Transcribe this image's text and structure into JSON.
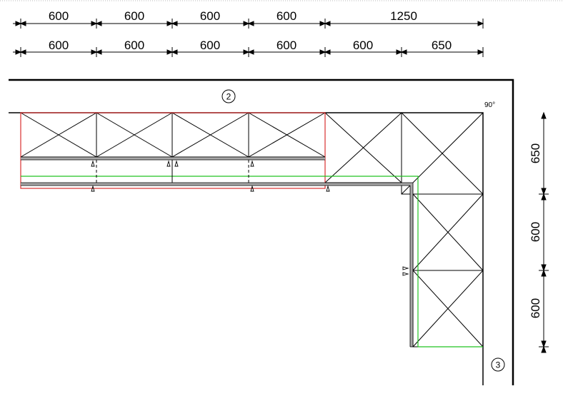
{
  "dimensions": {
    "top_row": [
      "600",
      "600",
      "600",
      "600",
      "1250"
    ],
    "second_row": [
      "600",
      "600",
      "600",
      "600",
      "600",
      "650"
    ],
    "right_column": [
      "650",
      "600",
      "600"
    ]
  },
  "labels": {
    "wall_2": "2",
    "wall_3": "3",
    "corner_angle": "90°"
  },
  "colors": {
    "line": "#000000",
    "red_outline": "#d83030",
    "green_outline": "#22c422",
    "worktop_grey": "#a8a8a8"
  }
}
